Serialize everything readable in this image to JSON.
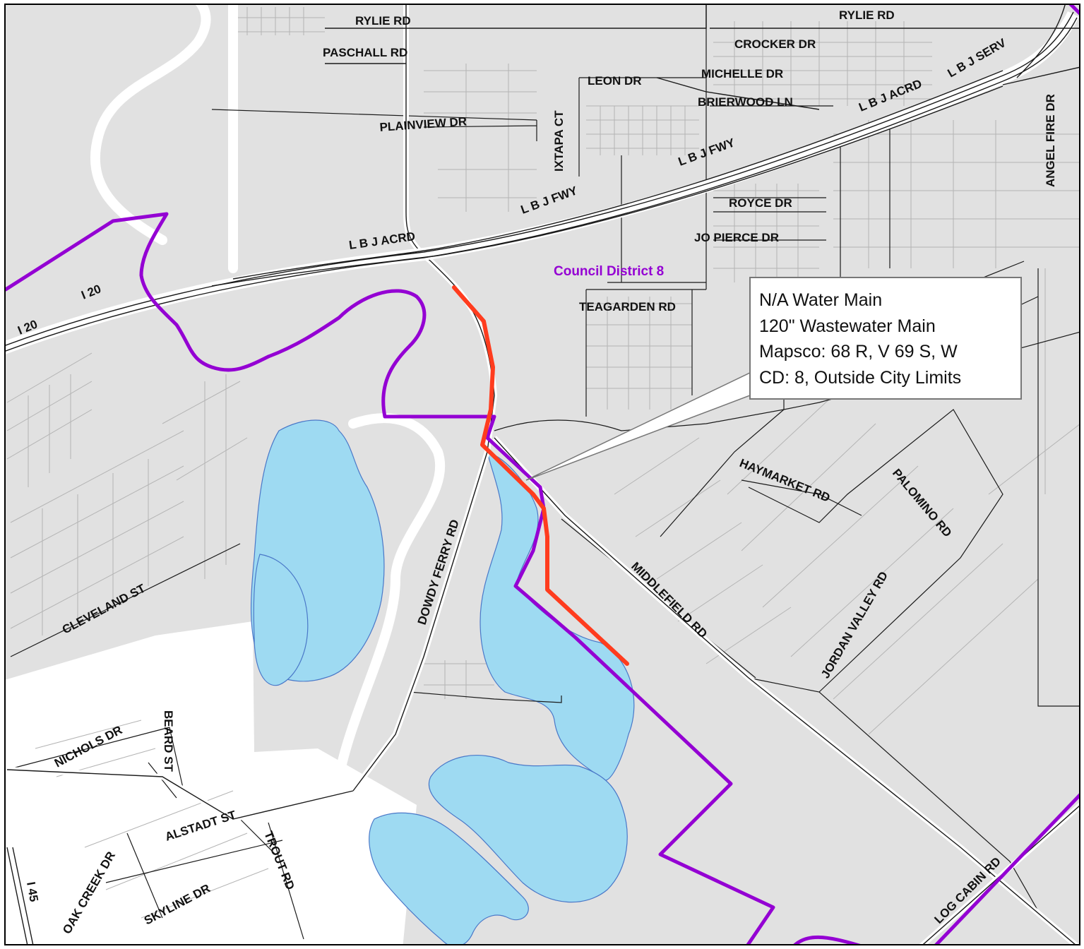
{
  "colors": {
    "land": "#e1e1e1",
    "outside_area": "#ffffff",
    "parcel_line": "#b4b4b4",
    "road": "#1a1a1a",
    "road_casing": "#ffffff",
    "water": "#9edaf2",
    "water_edge": "#4a78c8",
    "district_boundary": "#9400d3",
    "pipeline": "#ff3c1e",
    "callout_border": "#777777",
    "frame": "#000000"
  },
  "district": {
    "label": "Council District 8"
  },
  "callout": {
    "lines": [
      "N/A Water Main",
      "120\" Wastewater Main",
      "Mapsco: 68 R, V 69 S, W",
      "CD: 8, Outside City Limits"
    ]
  },
  "road_labels": [
    "RYLIE RD",
    "RYLIE RD",
    "PASCHALL RD",
    "CROCKER DR",
    "MICHELLE DR",
    "LEON DR",
    "BRIERWOOD LN",
    "L B J ACRD",
    "L B J SERV",
    "ANGEL FIRE DR",
    "IXTAPA CT",
    "PLAINVIEW DR",
    "L B J FWY",
    "L B J FWY",
    "ROYCE DR",
    "JO PIERCE DR",
    "L B J ACRD",
    "I 20",
    "I 20",
    "TEAGARDEN RD",
    "HAYMARKET RD",
    "PALOMINO RD",
    "DOWDY FERRY RD",
    "MIDDLEFIELD RD",
    "JORDAN VALLEY RD",
    "CLEVELAND ST",
    "NICHOLS DR",
    "BEARD ST",
    "ALSTADT ST",
    "OAK CREEK DR",
    "TROUT RD",
    "SKYLINE DR",
    "I 45",
    "LOG CABIN RD"
  ]
}
